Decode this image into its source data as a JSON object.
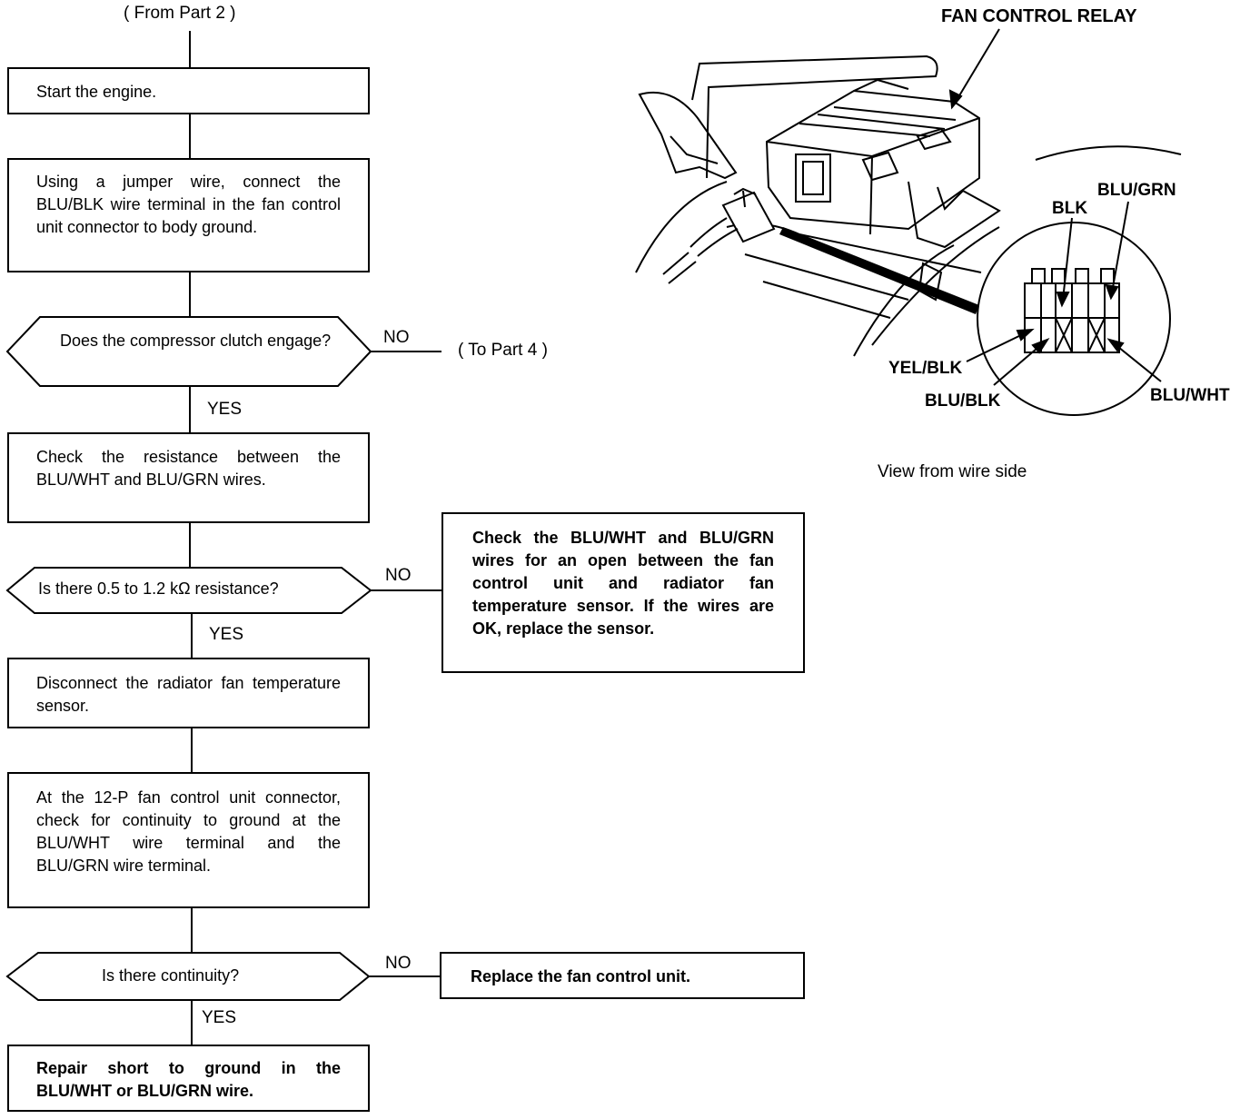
{
  "flow": {
    "from_part": "( From Part 2 )",
    "to_part": "( To Part 4 )",
    "step_start": "Start the engine.",
    "step_jumper": "Using a jumper wire, connect the BLU/BLK wire terminal in the fan control unit connector to body ground.",
    "q_clutch": "Does the compressor clutch engage?",
    "step_resistance": "Check the resistance between the BLU/WHT and BLU/GRN wires.",
    "q_resistance": "Is there 0.5 to 1.2 kΩ resistance?",
    "step_check_wires": "Check the BLU/WHT and BLU/GRN wires for an open between the fan control unit and radiator fan temperature sensor. If the wires are OK, replace the sensor.",
    "step_disconnect": "Disconnect the radiator fan temperature sensor.",
    "step_continuity": "At the 12-P fan control unit connector, check for continuity to ground at the BLU/WHT wire terminal and the BLU/GRN wire terminal.",
    "q_continuity": "Is there continuity?",
    "step_replace_unit": "Replace the fan control unit.",
    "step_repair": "Repair short to ground in the BLU/WHT or BLU/GRN wire.",
    "yes": "YES",
    "no": "NO"
  },
  "illustration": {
    "title": "FAN CONTROL RELAY",
    "wire_blu_grn": "BLU/GRN",
    "wire_blk": "BLK",
    "wire_yel_blk": "YEL/BLK",
    "wire_blu_blk": "BLU/BLK",
    "wire_blu_wht": "BLU/WHT",
    "view_caption": "View from wire side"
  }
}
